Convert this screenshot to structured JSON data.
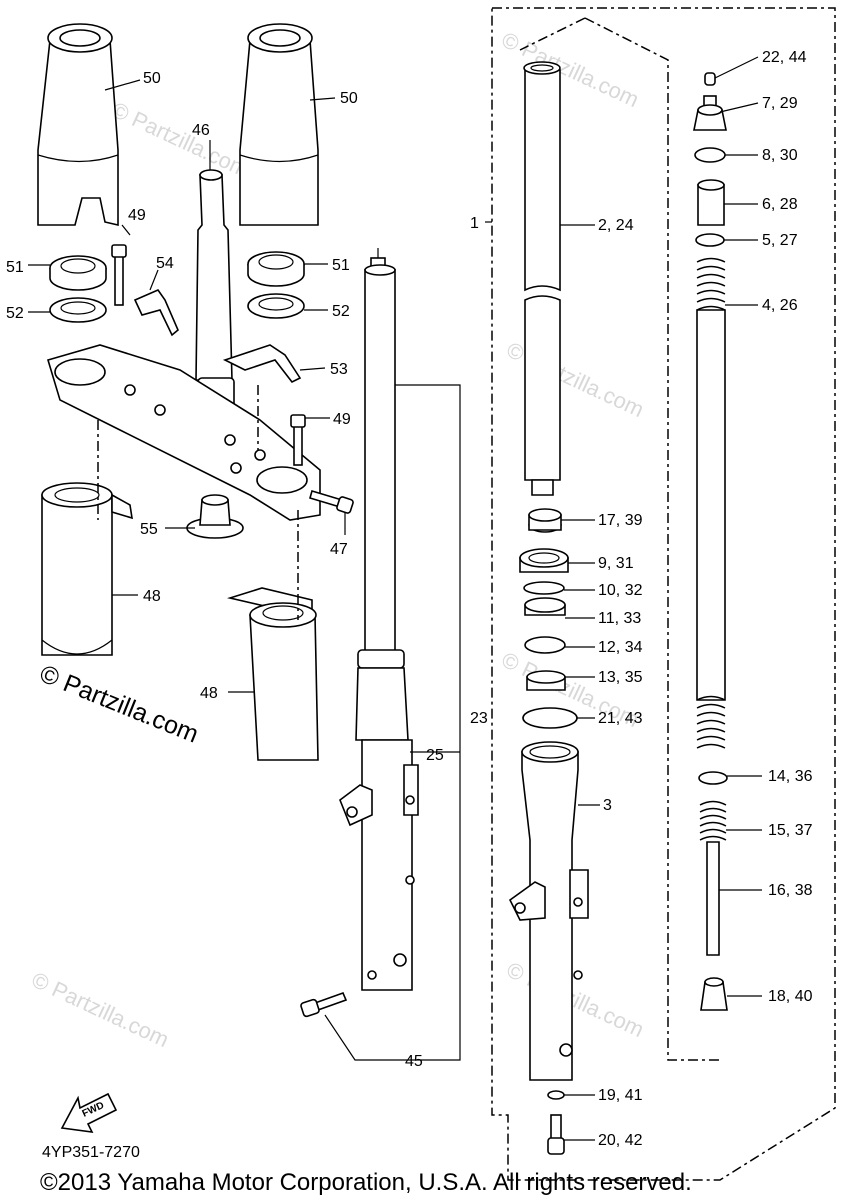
{
  "watermark": {
    "text": "© Partzilla.com"
  },
  "copyright_mark": "© Partzilla.com",
  "diagram_code": "4YP351-7270",
  "fwd_label": "FWD",
  "footer": "©2013  Yamaha Motor Corporation, U.S.A. All rights reserved.",
  "labels": {
    "p50a": "50",
    "p50b": "50",
    "p46": "46",
    "p49a": "49",
    "p49b": "49",
    "p51a": "51",
    "p51b": "51",
    "p52a": "52",
    "p52b": "52",
    "p54": "54",
    "p53": "53",
    "p55": "55",
    "p47": "47",
    "p48a": "48",
    "p48b": "48",
    "p23": "23",
    "p25": "25",
    "p45": "45",
    "p1": "1",
    "p2_24": "2, 24",
    "p3": "3",
    "p17_39": "17, 39",
    "p9_31": "9, 31",
    "p10_32": "10, 32",
    "p11_33": "11, 33",
    "p12_34": "12, 34",
    "p13_35": "13, 35",
    "p21_43": "21, 43",
    "p19_41": "19, 41",
    "p20_42": "20, 42",
    "p22_44": "22, 44",
    "p7_29": "7, 29",
    "p8_30": "8, 30",
    "p6_28": "6, 28",
    "p5_27": "5, 27",
    "p4_26": "4, 26",
    "p14_36": "14, 36",
    "p15_37": "15, 37",
    "p16_38": "16, 38",
    "p18_40": "18, 40"
  }
}
